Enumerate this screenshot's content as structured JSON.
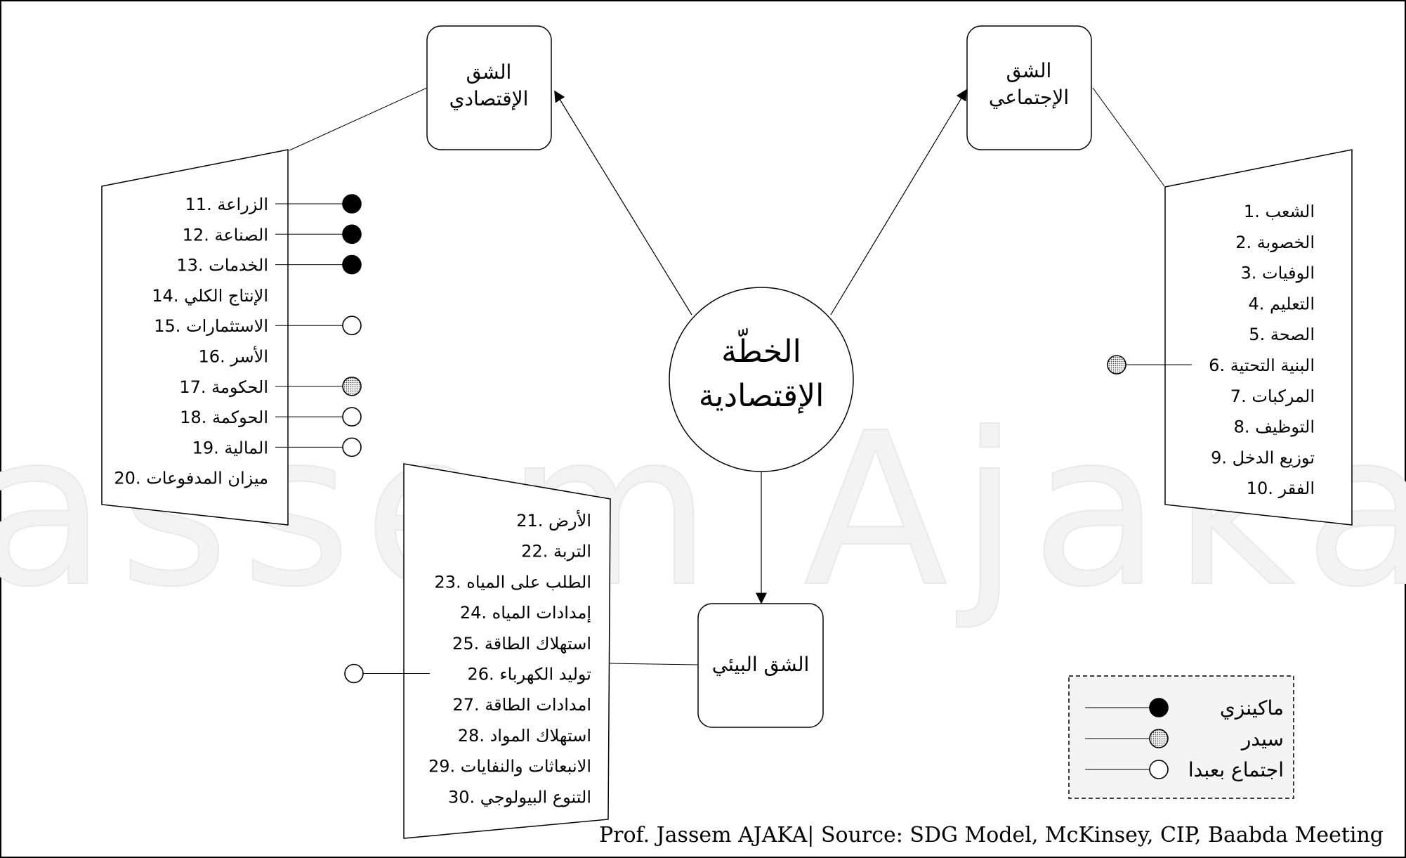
{
  "center": {
    "line1": "الخطّة",
    "line2": "الإقتصادية"
  },
  "pillars": {
    "economic": {
      "line1": "الشق",
      "line2": "الإقتصادي"
    },
    "social": {
      "line1": "الشق",
      "line2": "الإجتماعي"
    },
    "environmental": {
      "label": "الشق البيئي"
    }
  },
  "watermark": "Jassem Ajaka",
  "social_items": [
    {
      "num": "1",
      "label": "الشعب",
      "marker": "none"
    },
    {
      "num": "2",
      "label": "الخصوبة",
      "marker": "none"
    },
    {
      "num": "3",
      "label": "الوفيات",
      "marker": "none"
    },
    {
      "num": "4",
      "label": "التعليم",
      "marker": "none"
    },
    {
      "num": "5",
      "label": "الصحة",
      "marker": "none"
    },
    {
      "num": "6",
      "label": "البنية التحتية",
      "marker": "cedre"
    },
    {
      "num": "7",
      "label": "المركبات",
      "marker": "none"
    },
    {
      "num": "8",
      "label": "التوظيف",
      "marker": "none"
    },
    {
      "num": "9",
      "label": "توزيع الدخل",
      "marker": "none"
    },
    {
      "num": "10",
      "label": "الفقر",
      "marker": "none"
    }
  ],
  "economic_items": [
    {
      "num": "11",
      "label": "الزراعة",
      "marker": "mckinsey"
    },
    {
      "num": "12",
      "label": "الصناعة",
      "marker": "mckinsey"
    },
    {
      "num": "13",
      "label": "الخدمات",
      "marker": "mckinsey"
    },
    {
      "num": "14",
      "label": "الإنتاج الكلي",
      "marker": "none"
    },
    {
      "num": "15",
      "label": "الاستثمارات",
      "marker": "baabda"
    },
    {
      "num": "16",
      "label": "الأسر",
      "marker": "none"
    },
    {
      "num": "17",
      "label": "الحكومة",
      "marker": "cedre"
    },
    {
      "num": "18",
      "label": "الحوكمة",
      "marker": "baabda"
    },
    {
      "num": "19",
      "label": "المالية",
      "marker": "baabda"
    },
    {
      "num": "20",
      "label": "ميزان المدفوعات",
      "marker": "none"
    }
  ],
  "environmental_items": [
    {
      "num": "21",
      "label": "الأرض",
      "marker": "none"
    },
    {
      "num": "22",
      "label": "التربة",
      "marker": "none"
    },
    {
      "num": "23",
      "label": "الطلب على المياه",
      "marker": "none"
    },
    {
      "num": "24",
      "label": "إمدادات المياه",
      "marker": "none"
    },
    {
      "num": "25",
      "label": "استهلاك الطاقة",
      "marker": "none"
    },
    {
      "num": "26",
      "label": "توليد الكهرباء",
      "marker": "baabda"
    },
    {
      "num": "27",
      "label": "امدادات الطاقة",
      "marker": "none"
    },
    {
      "num": "28",
      "label": "استهلاك المواد",
      "marker": "none"
    },
    {
      "num": "29",
      "label": "الانبعاثات والنفايات",
      "marker": "none"
    },
    {
      "num": "30",
      "label": "التنوع البيولوجي",
      "marker": "none"
    }
  ],
  "legend": [
    {
      "label": "ماكينزي",
      "marker": "mckinsey"
    },
    {
      "label": "سيدر",
      "marker": "cedre"
    },
    {
      "label": "اجتماع بعبدا",
      "marker": "baabda"
    }
  ],
  "footer": "Prof. Jassem AJAKA| Source: SDG Model, McKinsey, CIP, Baabda Meeting"
}
